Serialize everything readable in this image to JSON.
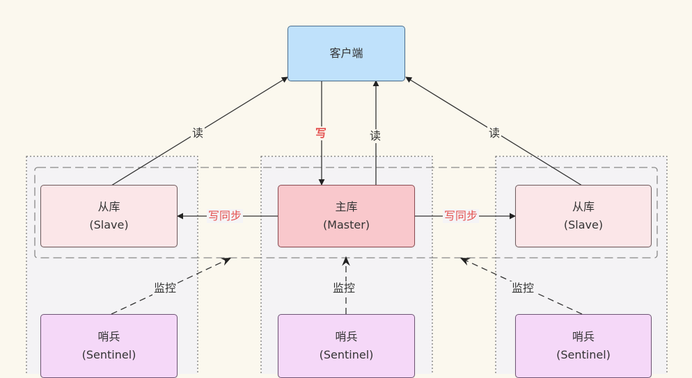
{
  "client": {
    "label": "客户端"
  },
  "master": {
    "name": "主库",
    "role": "(Master)"
  },
  "slaves": [
    {
      "name": "从库",
      "role": "(Slave)"
    },
    {
      "name": "从库",
      "role": "(Slave)"
    }
  ],
  "sentinels": [
    {
      "name": "哨兵",
      "role": "(Sentinel)"
    },
    {
      "name": "哨兵",
      "role": "(Sentinel)"
    },
    {
      "name": "哨兵",
      "role": "(Sentinel)"
    }
  ],
  "edges": {
    "read_label": "读",
    "write_label": "写",
    "sync_label": "写同步",
    "monitor_label": "监控"
  },
  "colors": {
    "client_fill": "#bfe1fb",
    "master_fill": "#f9c8cc",
    "slave_fill": "#fbe6e8",
    "sentinel_fill": "#f5d8f8",
    "write_label": "#e4504f",
    "background": "#fbf8ee"
  }
}
